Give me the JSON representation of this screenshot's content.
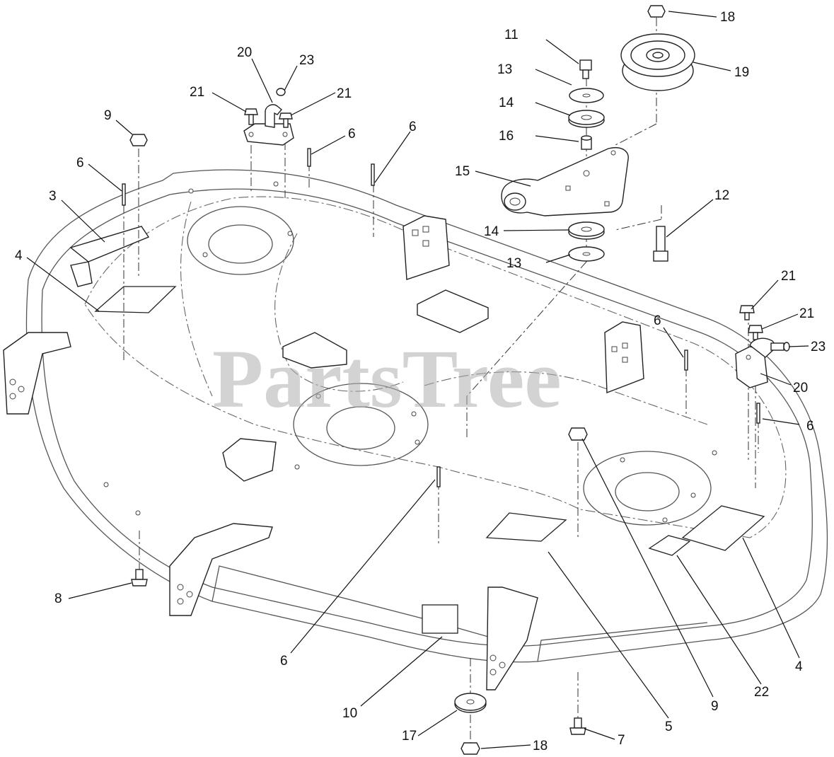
{
  "watermark": "PartsTree",
  "callouts": [
    {
      "id": "c11",
      "label": "11"
    },
    {
      "id": "c13a",
      "label": "13"
    },
    {
      "id": "c14a",
      "label": "14"
    },
    {
      "id": "c16",
      "label": "16"
    },
    {
      "id": "c15",
      "label": "15"
    },
    {
      "id": "c14b",
      "label": "14"
    },
    {
      "id": "c13b",
      "label": "13"
    },
    {
      "id": "c18a",
      "label": "18"
    },
    {
      "id": "c19",
      "label": "19"
    },
    {
      "id": "c12",
      "label": "12"
    },
    {
      "id": "c20a",
      "label": "20"
    },
    {
      "id": "c23a",
      "label": "23"
    },
    {
      "id": "c21a",
      "label": "21"
    },
    {
      "id": "c21b",
      "label": "21"
    },
    {
      "id": "c6a",
      "label": "6"
    },
    {
      "id": "c6b",
      "label": "6"
    },
    {
      "id": "c9a",
      "label": "9"
    },
    {
      "id": "c6c",
      "label": "6"
    },
    {
      "id": "c3",
      "label": "3"
    },
    {
      "id": "c4a",
      "label": "4"
    },
    {
      "id": "c21c",
      "label": "21"
    },
    {
      "id": "c21d",
      "label": "21"
    },
    {
      "id": "c6d",
      "label": "6"
    },
    {
      "id": "c23b",
      "label": "23"
    },
    {
      "id": "c20b",
      "label": "20"
    },
    {
      "id": "c6e",
      "label": "6"
    },
    {
      "id": "c8",
      "label": "8"
    },
    {
      "id": "c6f",
      "label": "6"
    },
    {
      "id": "c10",
      "label": "10"
    },
    {
      "id": "c17",
      "label": "17"
    },
    {
      "id": "c18b",
      "label": "18"
    },
    {
      "id": "c7",
      "label": "7"
    },
    {
      "id": "c5",
      "label": "5"
    },
    {
      "id": "c9b",
      "label": "9"
    },
    {
      "id": "c22",
      "label": "22"
    },
    {
      "id": "c4b",
      "label": "4"
    }
  ]
}
